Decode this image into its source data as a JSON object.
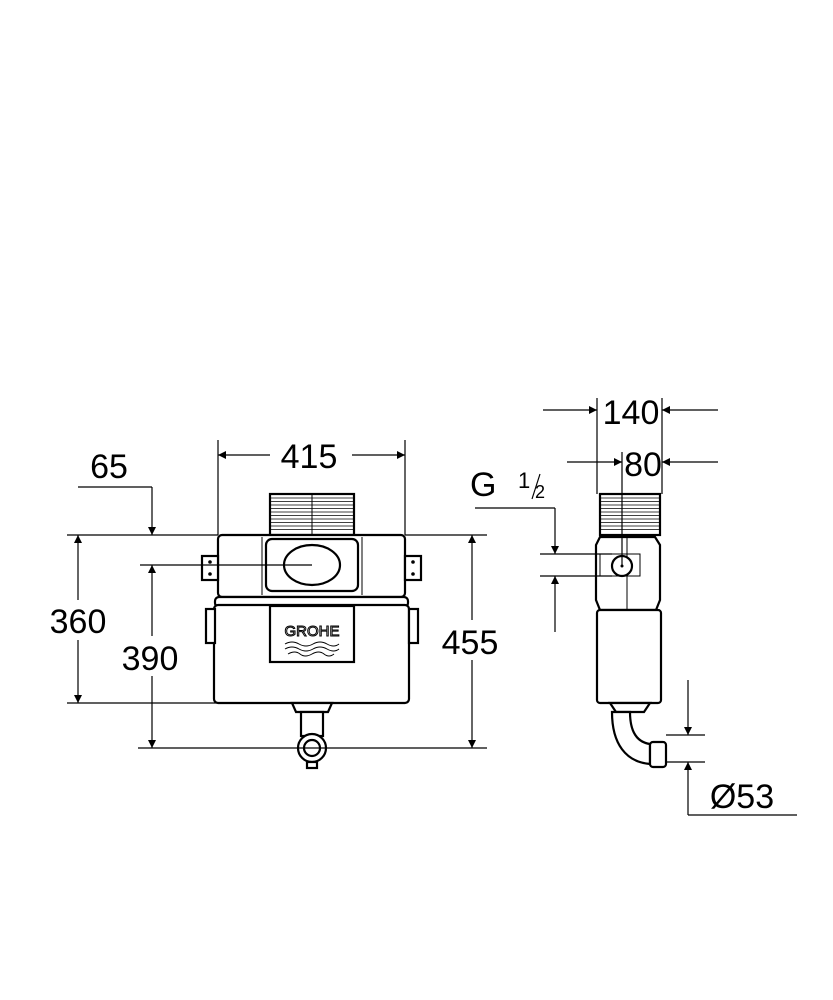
{
  "drawing": {
    "front_view": {
      "width_label": "415",
      "offset_label": "65",
      "height_360_label": "360",
      "height_390_label": "390",
      "height_455_label": "455",
      "logo_text": "GROHE"
    },
    "side_view": {
      "depth_label": "140",
      "depth_80_label": "80",
      "connection_label_main": "G",
      "connection_label_num": "1",
      "connection_label_den": "2",
      "outlet_label": "Ø53"
    }
  }
}
